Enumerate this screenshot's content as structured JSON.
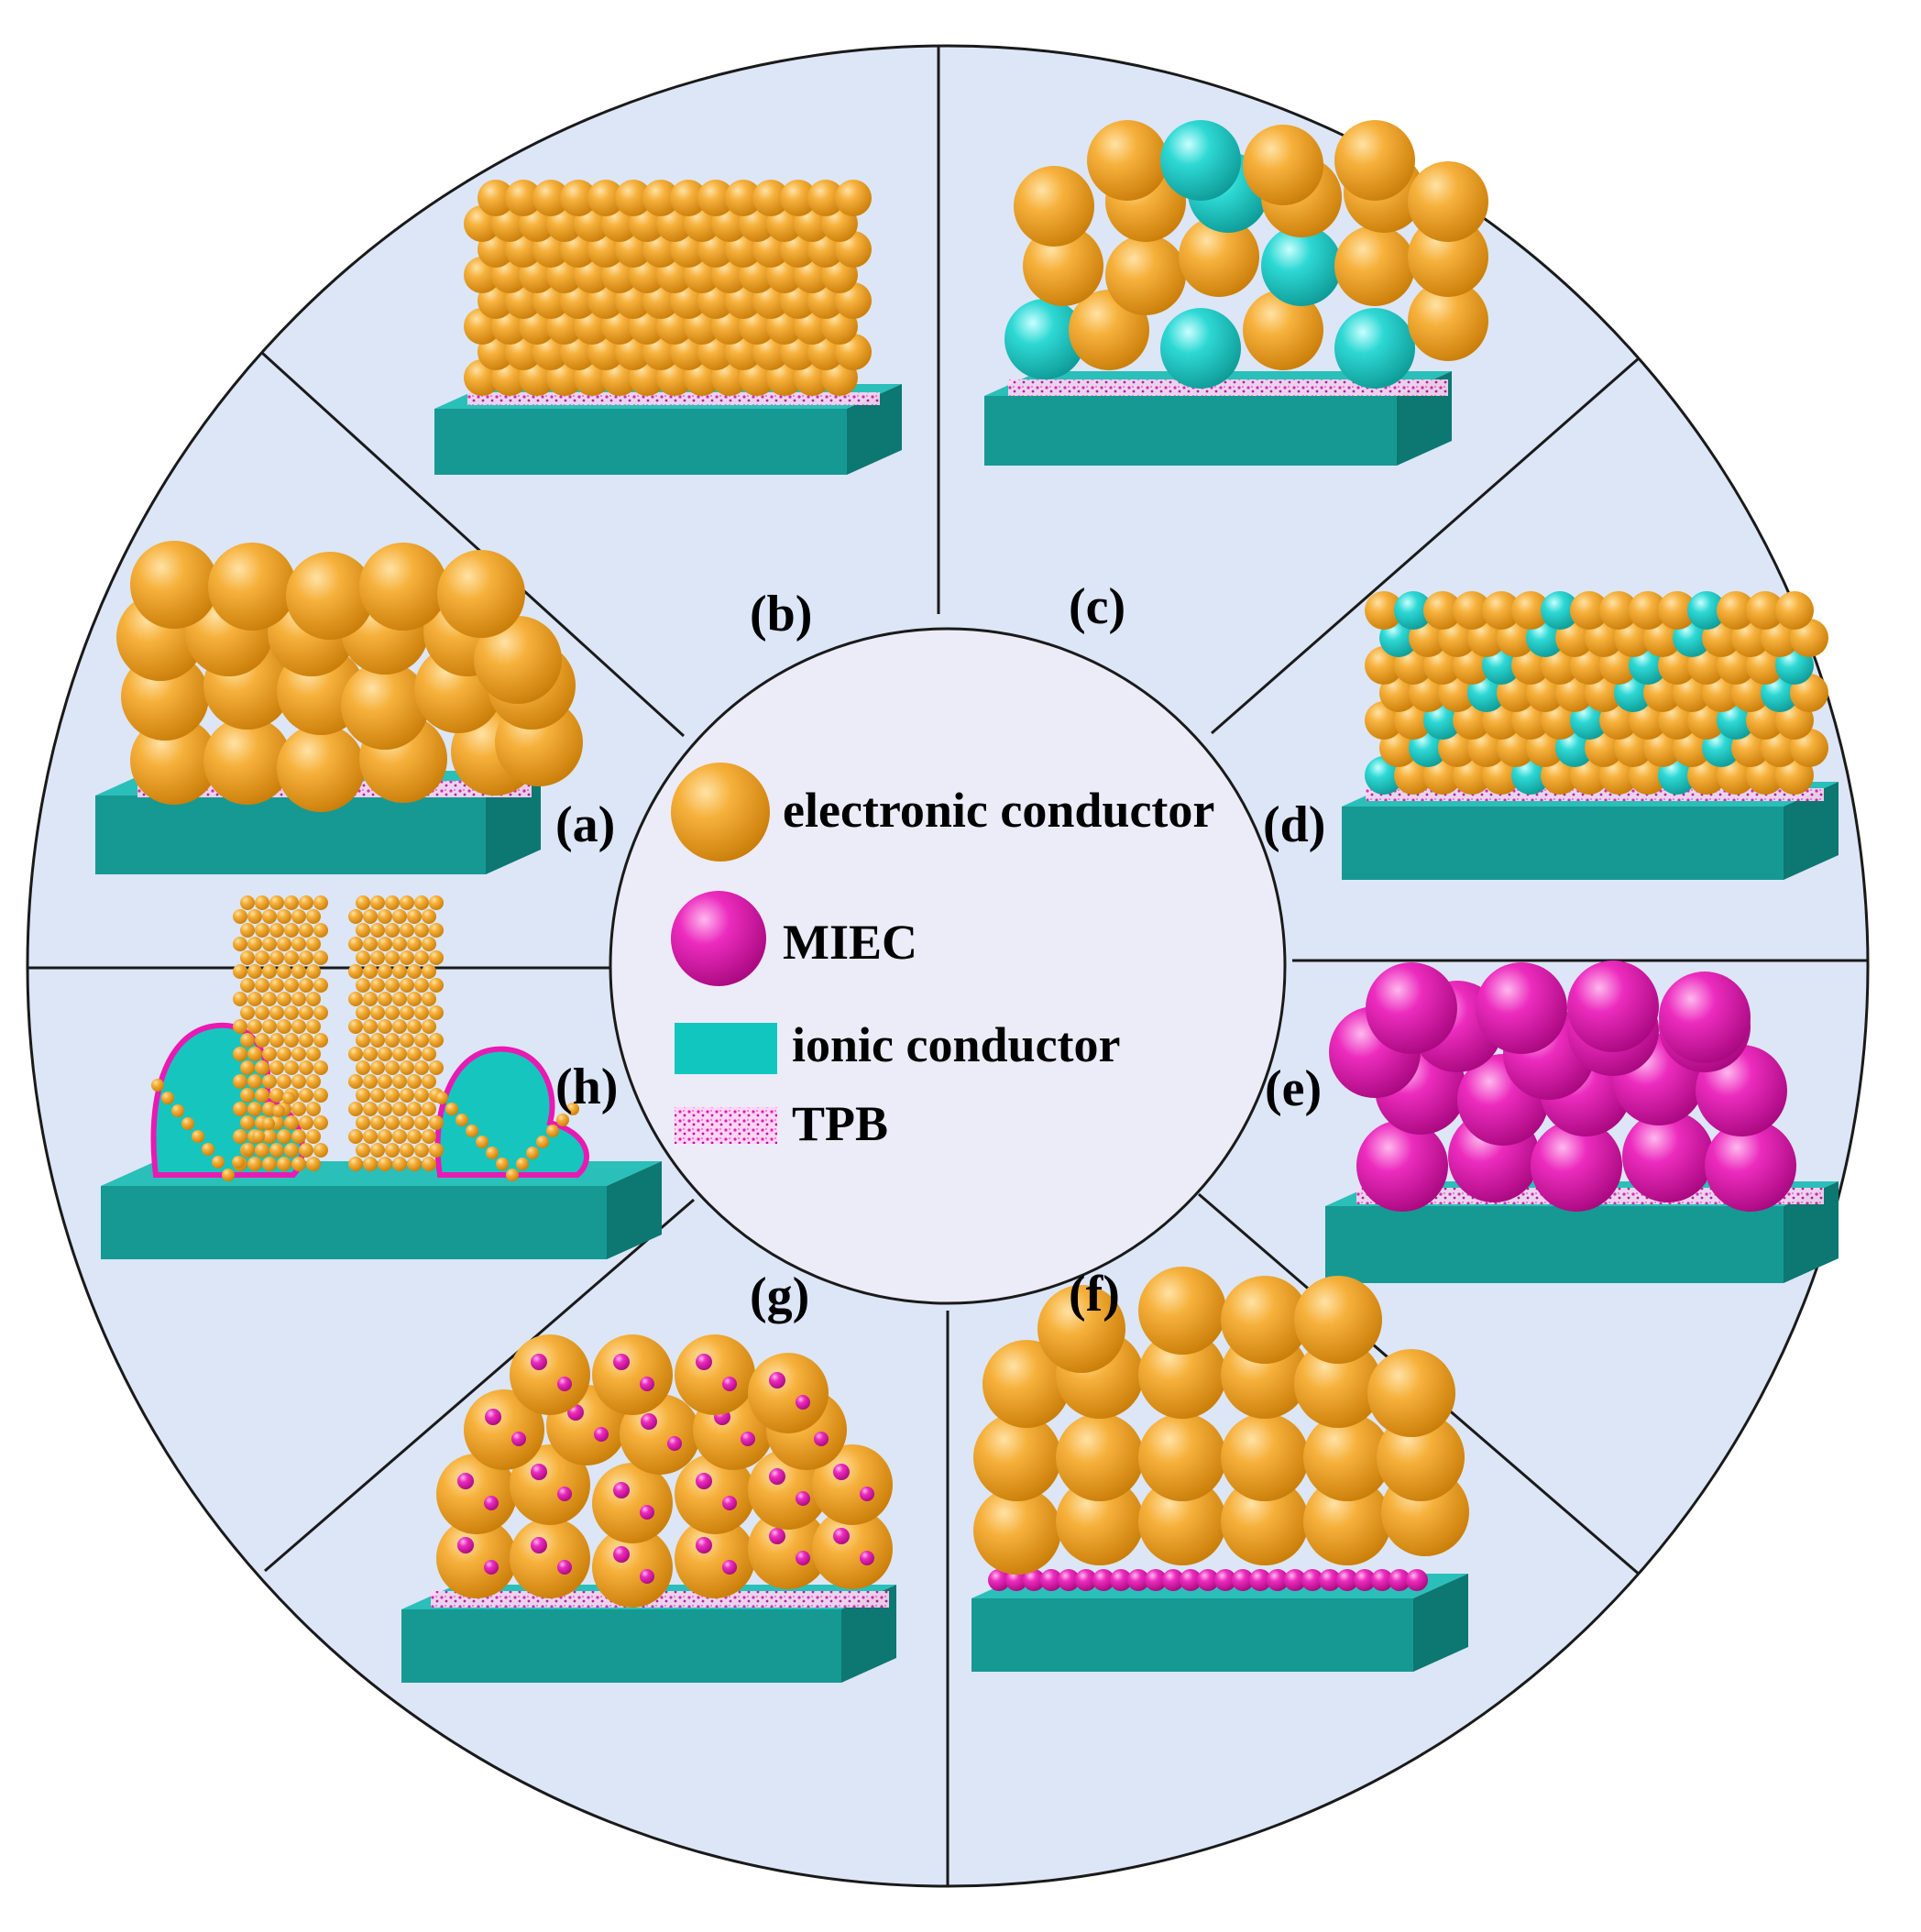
{
  "colors": {
    "background_wedge": "#dce6f7",
    "center_circle": "#ecebf8",
    "outline": "#1a1a1a",
    "electronic_conductor": "#f2a11f",
    "miec": "#e81ab3",
    "ionic_conductor": "#1aa59f",
    "tpb": "#f03cc8"
  },
  "panels": [
    {
      "id": "a",
      "label": "(a)"
    },
    {
      "id": "b",
      "label": "(b)"
    },
    {
      "id": "c",
      "label": "(c)"
    },
    {
      "id": "d",
      "label": "(d)"
    },
    {
      "id": "e",
      "label": "(e)"
    },
    {
      "id": "f",
      "label": "(f)"
    },
    {
      "id": "g",
      "label": "(g)"
    },
    {
      "id": "h",
      "label": "(h)"
    }
  ],
  "legend": {
    "electronic_conductor": "electronic conductor",
    "miec": "MIEC",
    "ionic_conductor": "ionic conductor",
    "tpb": "TPB"
  }
}
